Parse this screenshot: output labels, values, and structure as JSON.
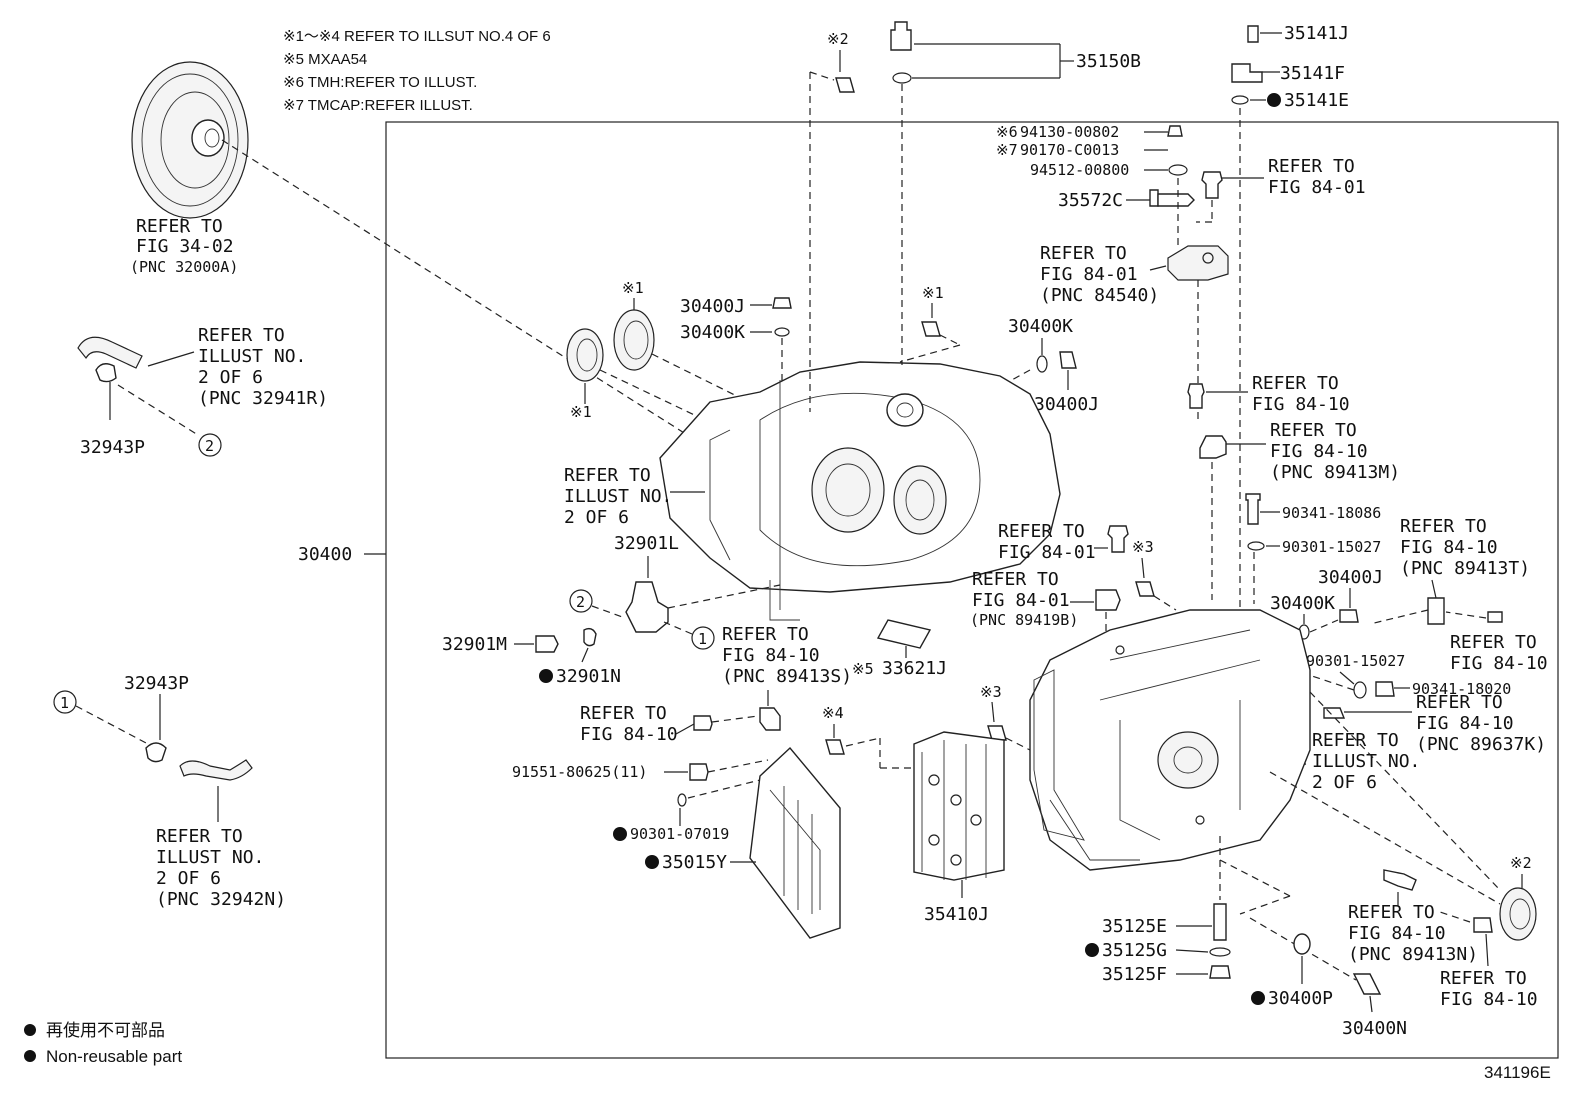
{
  "notes": [
    "※1～※4 REFER TO ILLSUT NO.4 OF 6",
    "※5 MXAA54",
    "※6 TMH:REFER TO ILLUST.",
    "※7 TMCAP:REFER ILLUST."
  ],
  "legend": {
    "jp": "再使用不可部品",
    "en": "Non-reusable part"
  },
  "diagram_id": "341196E",
  "markers": {
    "m1": "※1",
    "m2": "※2",
    "m3": "※3",
    "m4": "※4",
    "m5": "※5",
    "m6": "※6",
    "m7": "※7"
  },
  "circles": {
    "c1": "1",
    "c2": "2"
  },
  "parts": {
    "p30400": "30400",
    "p35150B": "35150B",
    "p35141J": "35141J",
    "p35141F": "35141F",
    "p35141E": "35141E",
    "p94130": "94130-00802",
    "p90170": "90170-C0013",
    "p94512": "94512-00800",
    "p35572C": "35572C",
    "p30400J_a": "30400J",
    "p30400K_a": "30400K",
    "p30400K_b": "30400K",
    "p30400J_b": "30400J",
    "p32943P_a": "32943P",
    "p32943P_b": "32943P",
    "p32901L": "32901L",
    "p32901M": "32901M",
    "p32901N": "32901N",
    "p33621J": "33621J",
    "p91551": "91551-80625(11)",
    "p90301_07019": "90301-07019",
    "p35015Y": "35015Y",
    "p35410J": "35410J",
    "p90341_18086": "90341-18086",
    "p90301_15027_a": "90301-15027",
    "p30400J_c": "30400J",
    "p30400K_c": "30400K",
    "p90301_15027_b": "90301-15027",
    "p90341_18020": "90341-18020",
    "p35125E": "35125E",
    "p35125G": "35125G",
    "p35125F": "35125F",
    "p30400P": "30400P",
    "p30400N": "30400N"
  },
  "refs": {
    "r1": [
      "REFER TO",
      "FIG 34-02",
      "(PNC 32000A)"
    ],
    "r2": [
      "REFER TO",
      "ILLUST NO.",
      "2 OF 6",
      "(PNC 32941R)"
    ],
    "r3": [
      "REFER TO",
      "ILLUST NO.",
      "2 OF 6"
    ],
    "r4": [
      "REFER TO",
      "ILLUST NO.",
      "2 OF 6",
      "(PNC 32942N)"
    ],
    "r5": [
      "REFER TO",
      "FIG 84-01"
    ],
    "r6": [
      "REFER TO",
      "FIG 84-01",
      "(PNC 84540)"
    ],
    "r7": [
      "REFER TO",
      "FIG 84-10"
    ],
    "r8": [
      "REFER TO",
      "FIG 84-10",
      "(PNC 89413M)"
    ],
    "r9": [
      "REFER TO",
      "FIG 84-01"
    ],
    "r10": [
      "REFER TO",
      "FIG 84-01",
      "(PNC 89419B)"
    ],
    "r11": [
      "REFER TO",
      "FIG 84-10",
      "(PNC 89413T)"
    ],
    "r12": [
      "REFER TO",
      "FIG 84-10"
    ],
    "r13": [
      "REFER TO",
      "FIG 84-10",
      "(PNC 89637K)"
    ],
    "r14": [
      "REFER TO",
      "ILLUST NO.",
      "2 OF 6"
    ],
    "r15": [
      "REFER TO",
      "FIG 84-10",
      "(PNC 89413S)"
    ],
    "r16": [
      "REFER TO",
      "FIG 84-10"
    ],
    "r17": [
      "REFER TO",
      "FIG 84-10",
      "(PNC 89413N)"
    ],
    "r18": [
      "REFER TO",
      "FIG 84-10"
    ]
  }
}
